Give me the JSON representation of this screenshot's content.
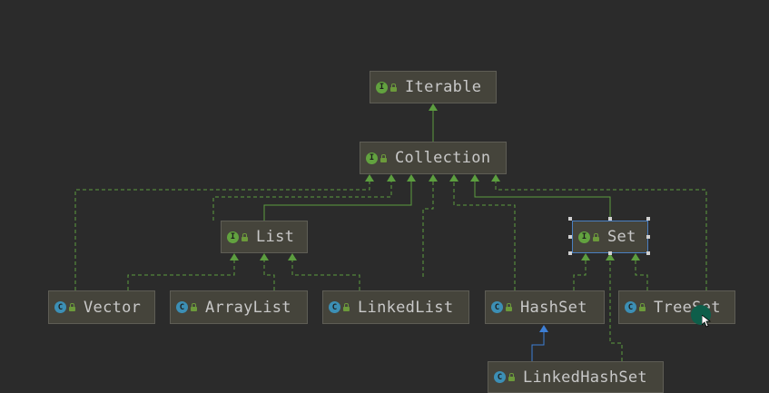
{
  "diagram": {
    "nodes": [
      {
        "id": "iterable",
        "kind": "interface",
        "badge": "I",
        "label": "Iterable"
      },
      {
        "id": "collection",
        "kind": "interface",
        "badge": "I",
        "label": "Collection"
      },
      {
        "id": "list",
        "kind": "interface",
        "badge": "I",
        "label": "List"
      },
      {
        "id": "set",
        "kind": "interface",
        "badge": "I",
        "label": "Set",
        "selected": true
      },
      {
        "id": "vector",
        "kind": "class",
        "badge": "C",
        "label": "Vector"
      },
      {
        "id": "arraylist",
        "kind": "class",
        "badge": "C",
        "label": "ArrayList"
      },
      {
        "id": "linkedlist",
        "kind": "class",
        "badge": "C",
        "label": "LinkedList"
      },
      {
        "id": "hashset",
        "kind": "class",
        "badge": "C",
        "label": "HashSet"
      },
      {
        "id": "treeset",
        "kind": "class",
        "badge": "C",
        "label": "TreeSet"
      },
      {
        "id": "linkedhashset",
        "kind": "class",
        "badge": "C",
        "label": "LinkedHashSet"
      }
    ],
    "colors": {
      "background": "#2b2b2b",
      "node_fill": "#45443b",
      "extends_interface": "#5c9e3f",
      "implements": "#5c9e3f",
      "extends_class": "#3d7fd6",
      "interface_badge": "#62a23f",
      "class_badge": "#3c8fb5",
      "selection": "#4a7fc0"
    }
  }
}
